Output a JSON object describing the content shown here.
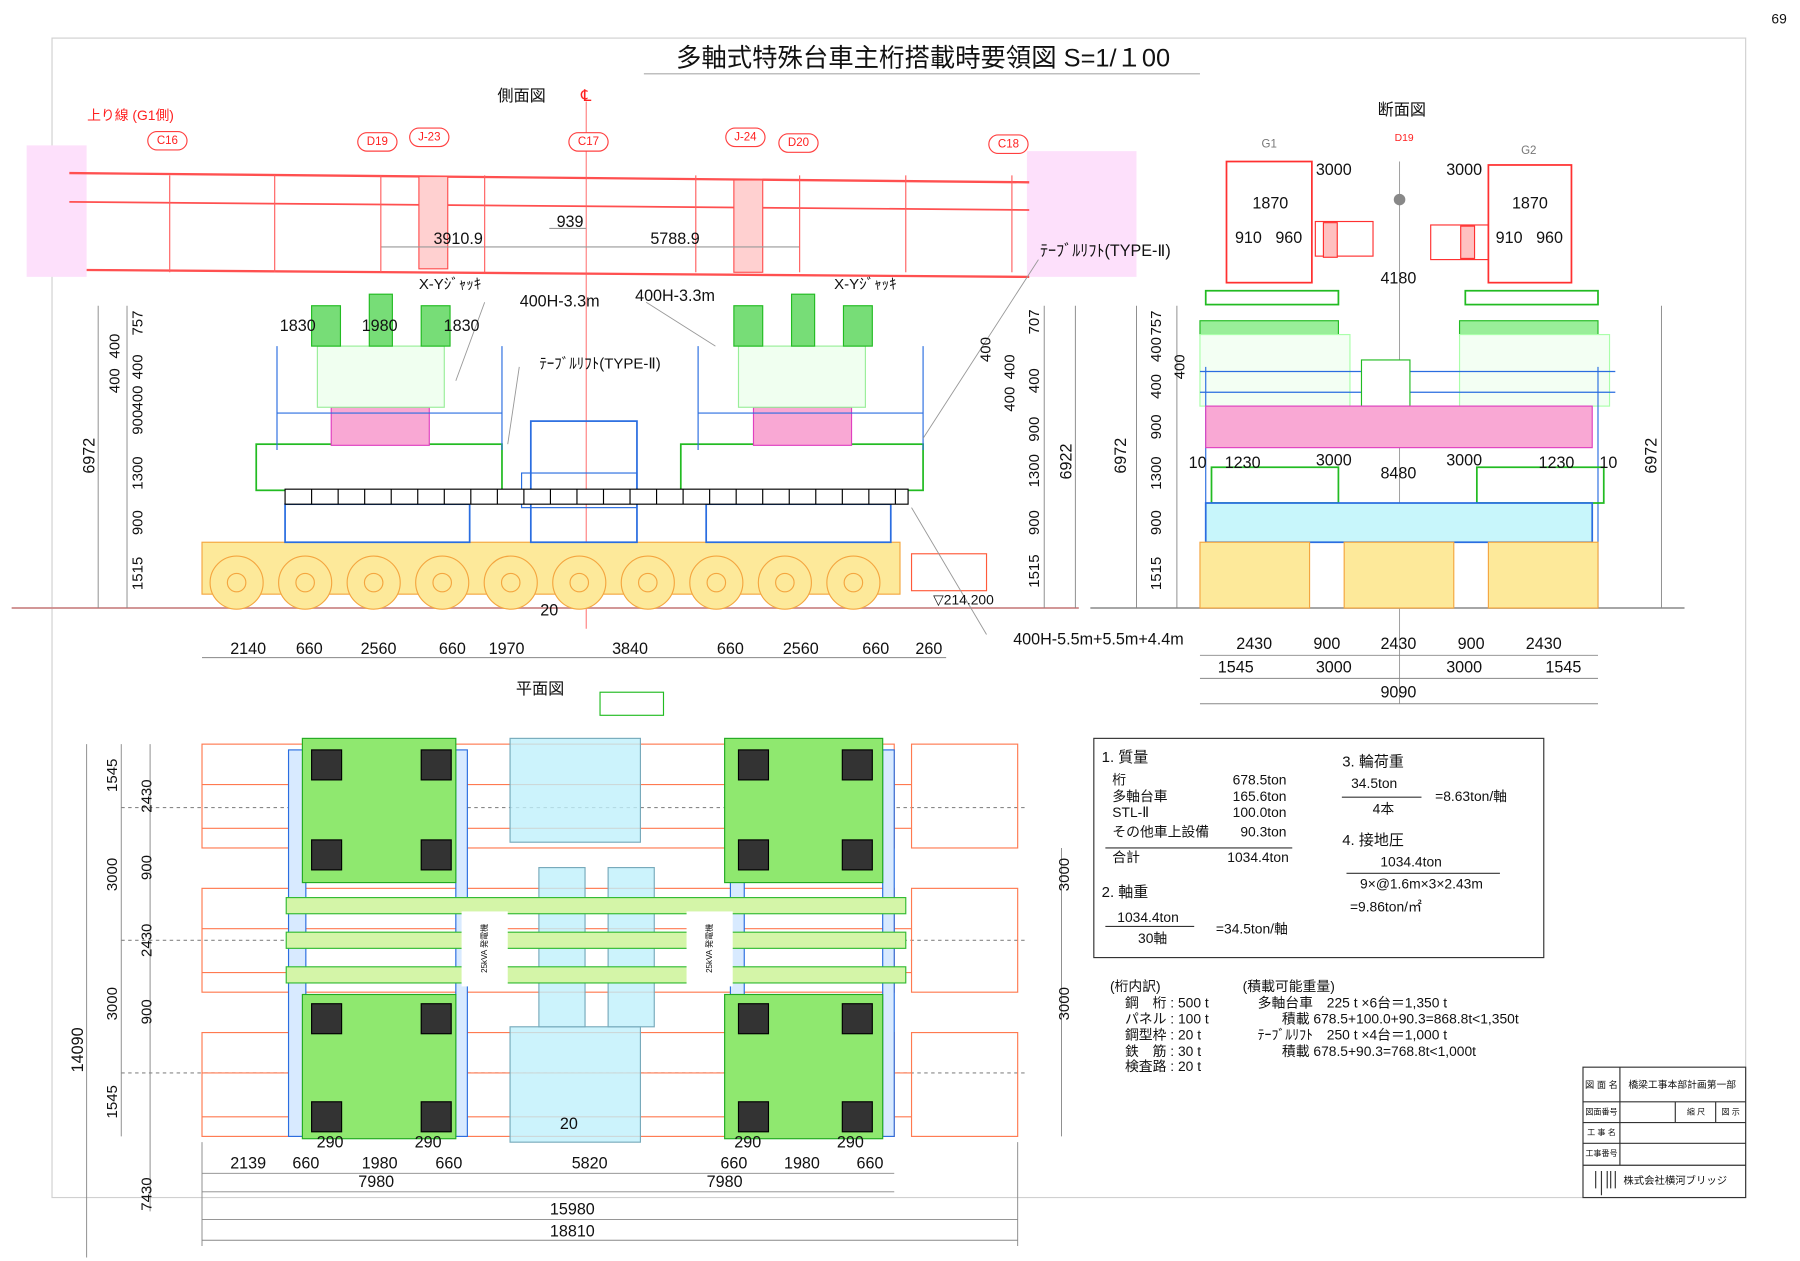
{
  "page_number": "69",
  "title": "多軸式特殊台車主桁搭載時要領図 S=1/１00",
  "side_view": {
    "label": "側面図",
    "route_label": "上り線 (G1側)",
    "centerline": "℄",
    "markers": [
      "C16",
      "D19",
      "J-23",
      "C17",
      "J-24",
      "D20",
      "C18"
    ],
    "girder_dims": [
      "3910.9",
      "939",
      "5788.9"
    ],
    "callouts": {
      "xy_jack_left": "X-Yｼﾞｬｯｷ",
      "xy_jack_right": "X-Yｼﾞｬｯｷ",
      "beam_left": "400H-3.3m",
      "beam_right": "400H-3.3m",
      "table_lift": "ﾃｰﾌﾞﾙﾘﾌﾄ(TYPE-Ⅱ)",
      "table_lift_girder": "ﾃｰﾌﾞﾙﾘﾌﾄ(TYPE-Ⅱ)",
      "lower_beam": "400H-5.5m+5.5m+4.4m",
      "elevation": "▽214.200",
      "gap": "20"
    },
    "top_dims": [
      "1830",
      "1980",
      "1830"
    ],
    "left_dims": [
      "757",
      "400",
      "400",
      "400",
      "400",
      "900",
      "1300",
      "900",
      "1515"
    ],
    "left_total": "6972",
    "right_dims": [
      "707",
      "400",
      "400",
      "400",
      "400",
      "900",
      "1300",
      "900",
      "1515"
    ],
    "right_total": "6922",
    "bottom_dims": [
      "2140",
      "660",
      "2560",
      "660",
      "1970",
      "3840",
      "660",
      "2560",
      "660",
      "260"
    ]
  },
  "section_view": {
    "label": "断面図",
    "section_mark": "D19",
    "girders": [
      "G1",
      "G2"
    ],
    "girder_dims": [
      "3000",
      "3000",
      "1870",
      "1870",
      "910",
      "960",
      "910",
      "960",
      "4180"
    ],
    "left_dims": [
      "757",
      "400",
      "400",
      "400",
      "900",
      "1300",
      "900",
      "1515"
    ],
    "left_total": "6972",
    "right_total": "6972",
    "width_dims": [
      "10",
      "1230",
      "3000",
      "8480",
      "3000",
      "1230",
      "10"
    ],
    "bottom_dims_row1": [
      "2430",
      "900",
      "2430",
      "900",
      "2430"
    ],
    "bottom_dims_row2": [
      "1545",
      "3000",
      "3000",
      "1545"
    ],
    "bottom_total": "9090"
  },
  "plan_view": {
    "label": "平面図",
    "left_dims": [
      "1545",
      "2430",
      "3000",
      "900",
      "2430",
      "3000",
      "900",
      "1545"
    ],
    "left_total": "14090",
    "left_extra": "7430",
    "right_dims": [
      "3000",
      "3000"
    ],
    "small_dims": [
      "290",
      "290",
      "290",
      "290",
      "20"
    ],
    "bottom_dims": [
      "2139",
      "660",
      "1980",
      "660",
      "5820",
      "660",
      "1980",
      "660"
    ],
    "sub_totals": [
      "7980",
      "7980"
    ],
    "total_1": "15980",
    "total_2": "18810",
    "generator_label": "25kVA 発電機"
  },
  "calc_box": {
    "mass": {
      "heading": "1. 質量",
      "items": [
        {
          "name": "桁",
          "value": "678.5ton"
        },
        {
          "name": "多軸台車",
          "value": "165.6ton"
        },
        {
          "name": "STL-Ⅱ",
          "value": "100.0ton"
        },
        {
          "name": "その他車上設備",
          "value": "90.3ton"
        }
      ],
      "total_name": "合計",
      "total_value": "1034.4ton"
    },
    "axle_load": {
      "heading": "2. 軸重",
      "numerator": "1034.4ton",
      "denominator": "30軸",
      "result": "=34.5ton/軸"
    },
    "wheel_load": {
      "heading": "3. 輪荷重",
      "numerator": "34.5ton",
      "denominator": "4本",
      "result": "=8.63ton/軸"
    },
    "ground_pressure": {
      "heading": "4. 接地圧",
      "numerator": "1034.4ton",
      "denominator": "9×@1.6m×3×2.43m",
      "result": "=9.86ton/㎡"
    }
  },
  "girder_breakdown": {
    "heading": "(桁内訳)",
    "items": [
      "鋼　桁 : 500 t",
      "パネル : 100 t",
      "鋼型枠 :  20 t",
      "鉄　筋 :  30 t",
      "検査路 :  20 t"
    ]
  },
  "load_capacity": {
    "heading": "(積載可能重量)",
    "lines": [
      "多軸台車　225 t ×6台＝1,350 t",
      "積載 678.5+100.0+90.3=868.8t<1,350t",
      "ﾃｰﾌﾞﾙﾘﾌﾄ　250 t ×4台＝1,000 t",
      "積載 678.5+90.3=768.8t<1,000t"
    ]
  },
  "title_block": {
    "drawing_name_label": "図 面 名",
    "drawing_name": "橋梁工事本部計画第一部",
    "drawing_number_label": "図面番号",
    "scale_label": "縮 尺",
    "scale_value": "図 示",
    "project_name_label": "工 事 名",
    "project_number_label": "工事番号",
    "company": "株式会社横河ブリッジ"
  },
  "colors": {
    "girder": "#ff4040",
    "trailer": "#fde99a",
    "table_lift": "#22bb22",
    "frame": "#2a6de0",
    "pink": "#f9a8d4",
    "cyan": "#c8f6fb"
  }
}
